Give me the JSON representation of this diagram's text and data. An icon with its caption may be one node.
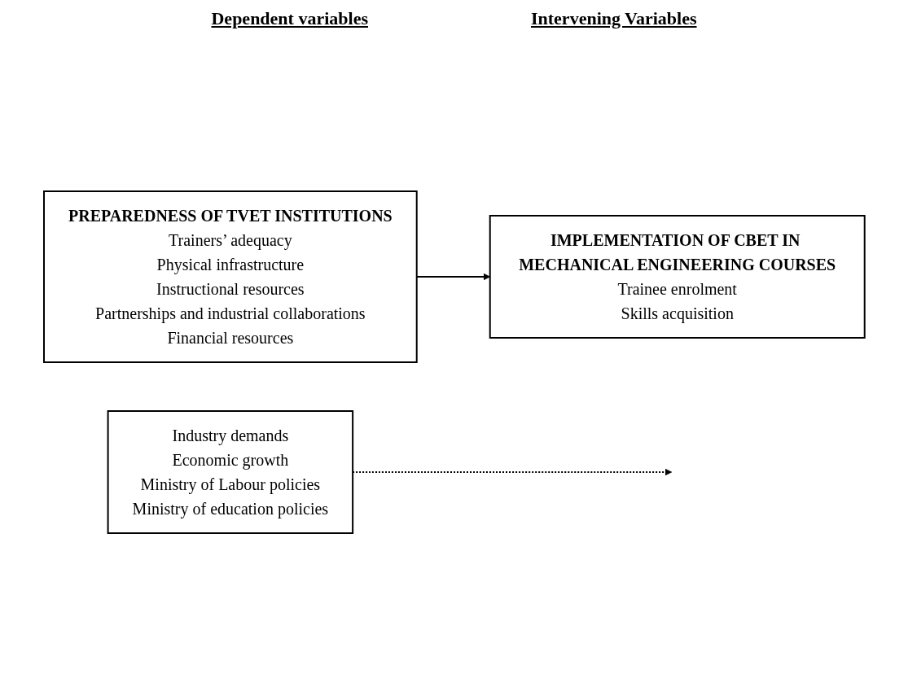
{
  "diagram": {
    "nodes": [
      {
        "text": [
          "PREPAREDNESS OF TVET INSTITUTIONS",
          "Trainers’ adequacy",
          "Physical infrastructure",
          "Instructional resources",
          "Partnerships and industrial collaborations",
          "Financial resources"
        ]
      },
      {
        "text": [
          "IMPLEMENTATION OF CBET IN MECHANICAL ENGINEERING COURSES",
          "Trainee enrolment",
          "Skills acquisition"
        ]
      },
      {
        "text": [
          "Industry demands",
          "Economic growth",
          "Ministry of Labour policies",
          "Ministry of education policies"
        ]
      }
    ],
    "edges": [
      {
        "from": 0,
        "to": 1,
        "arrow": "to"
      },
      {
        "from": 2,
        "to": null,
        "arrow": "to",
        "style": "dashed"
      }
    ],
    "labels": [
      "Dependent variables",
      "Intervening Variables"
    ]
  }
}
